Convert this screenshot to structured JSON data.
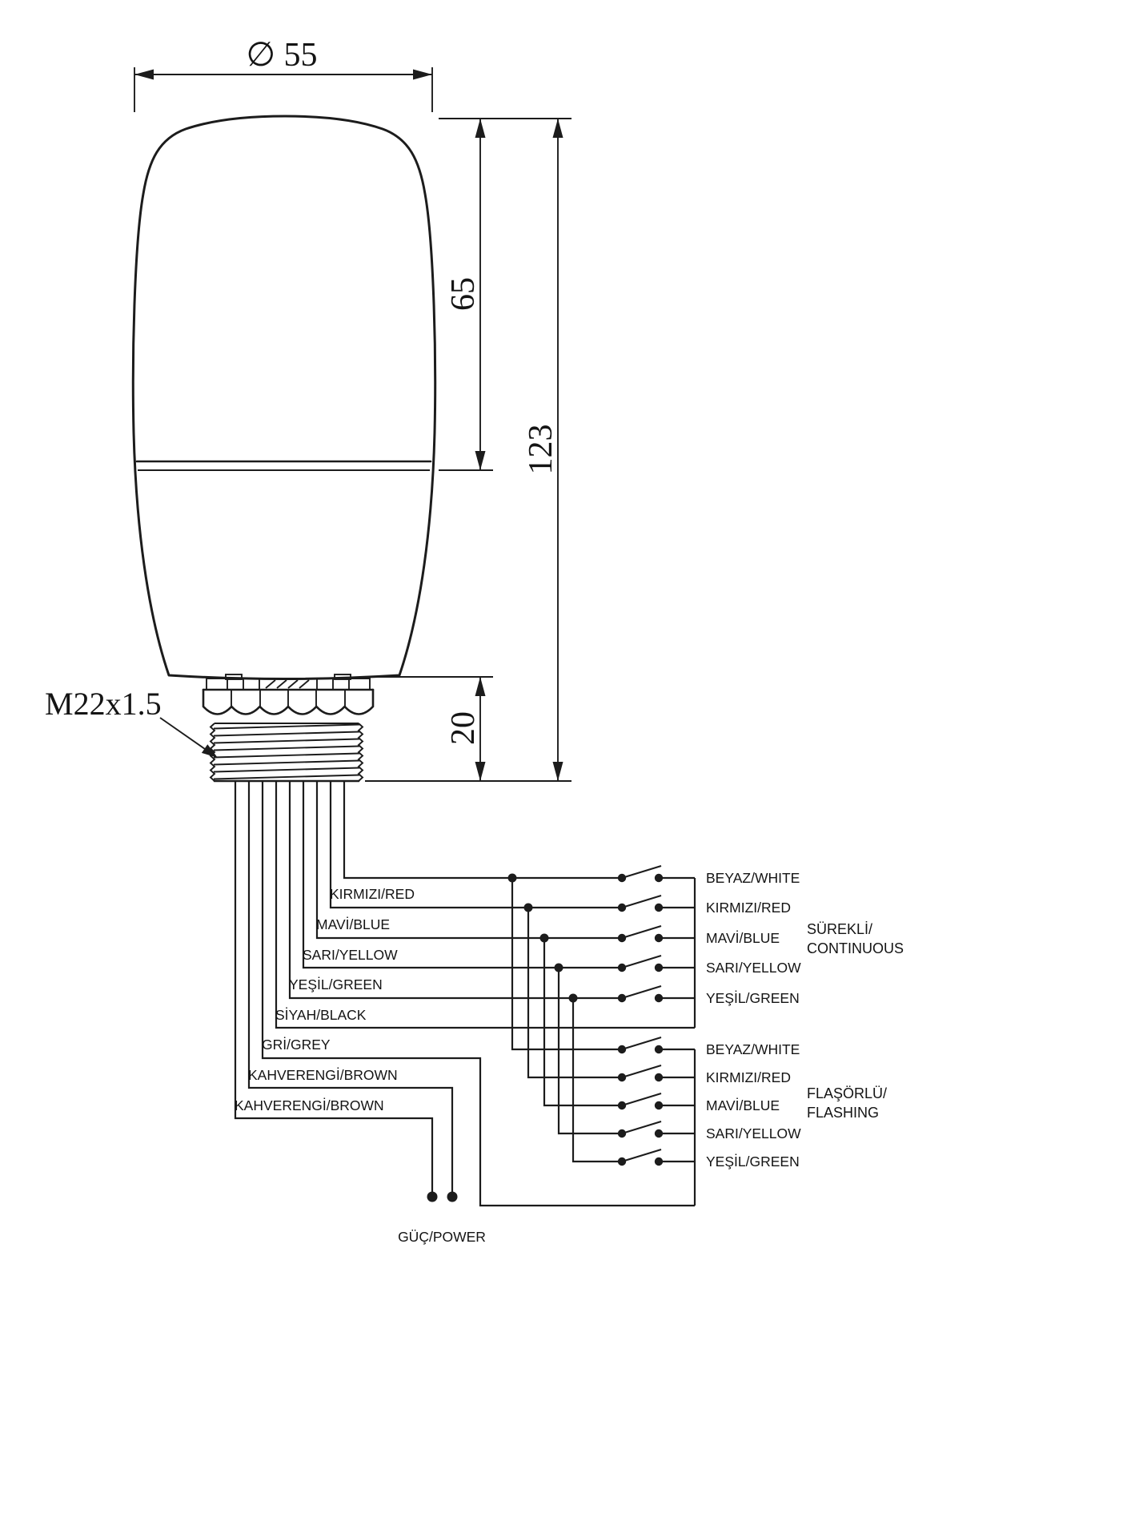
{
  "drawing": {
    "dim_diameter": "∅ 55",
    "dim_upper_height": "65",
    "dim_total_height": "123",
    "dim_thread_height": "20",
    "thread_spec": "M22x1.5"
  },
  "wires": {
    "labels": [
      "KIRMIZI/RED",
      "MAVİ/BLUE",
      "SARI/YELLOW",
      "YEŞİL/GREEN",
      "SİYAH/BLACK",
      "GRİ/GREY",
      "KAHVERENGİ/BROWN",
      "KAHVERENGİ/BROWN"
    ]
  },
  "banks": {
    "continuous": {
      "rows": [
        "BEYAZ/WHITE",
        "KIRMIZI/RED",
        "MAVİ/BLUE",
        "SARI/YELLOW",
        "YEŞİL/GREEN"
      ],
      "group": [
        "SÜREKLİ/",
        "CONTINUOUS"
      ]
    },
    "flashing": {
      "rows": [
        "BEYAZ/WHITE",
        "KIRMIZI/RED",
        "MAVİ/BLUE",
        "SARI/YELLOW",
        "YEŞİL/GREEN"
      ],
      "group": [
        "FLAŞÖRLÜ/",
        "FLASHING"
      ]
    }
  },
  "power": {
    "label": "GÜÇ/POWER"
  },
  "colors": {
    "ink": "#1c1c1c",
    "background": "#ffffff"
  }
}
